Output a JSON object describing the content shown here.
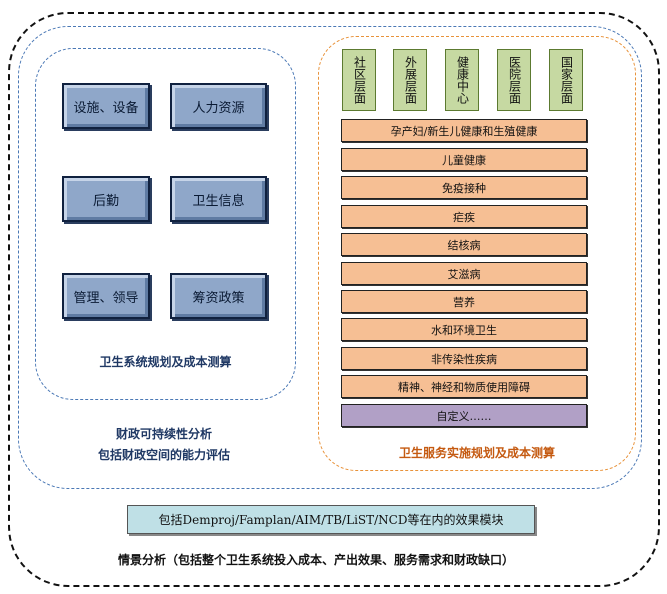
{
  "left_panel": {
    "buttons": [
      "设施、设备",
      "人力资源",
      "后勤",
      "卫生信息",
      "管理、领导",
      "筹资政策"
    ],
    "caption": "卫生系统规划及成本测算"
  },
  "fiscal": {
    "line1": "财政可持续性分析",
    "line2": "包括财政空间的能力评估"
  },
  "right_panel": {
    "levels": [
      "社区层面",
      "外展层面",
      "健康中心",
      "医院层面",
      "国家层面"
    ],
    "rows": [
      "孕产妇/新生儿健康和生殖健康",
      "儿童健康",
      "免疫接种",
      "疟疾",
      "结核病",
      "艾滋病",
      "营养",
      "水和环境卫生",
      "非传染性疾病",
      "精神、神经和物质使用障碍"
    ],
    "custom_row": "自定义……",
    "caption": "卫生服务实施规划及成本测算"
  },
  "modules_label": "包括Demproj/Famplan/AIM/TB/LiST/NCD等在内的效果模块",
  "scenario_label": "情景分析（包括整个卫生系统投入成本、产出效果、服务需求和财政缺口）",
  "colors": {
    "button_fill": "#8fa7c9",
    "level_fill": "#c6d9a2",
    "row_fill": "#f6bf94",
    "custom_fill": "#b1a0c6",
    "module_fill": "#bfe0e6",
    "blue_dash": "#4a78b5",
    "orange_dash": "#e8923a"
  }
}
